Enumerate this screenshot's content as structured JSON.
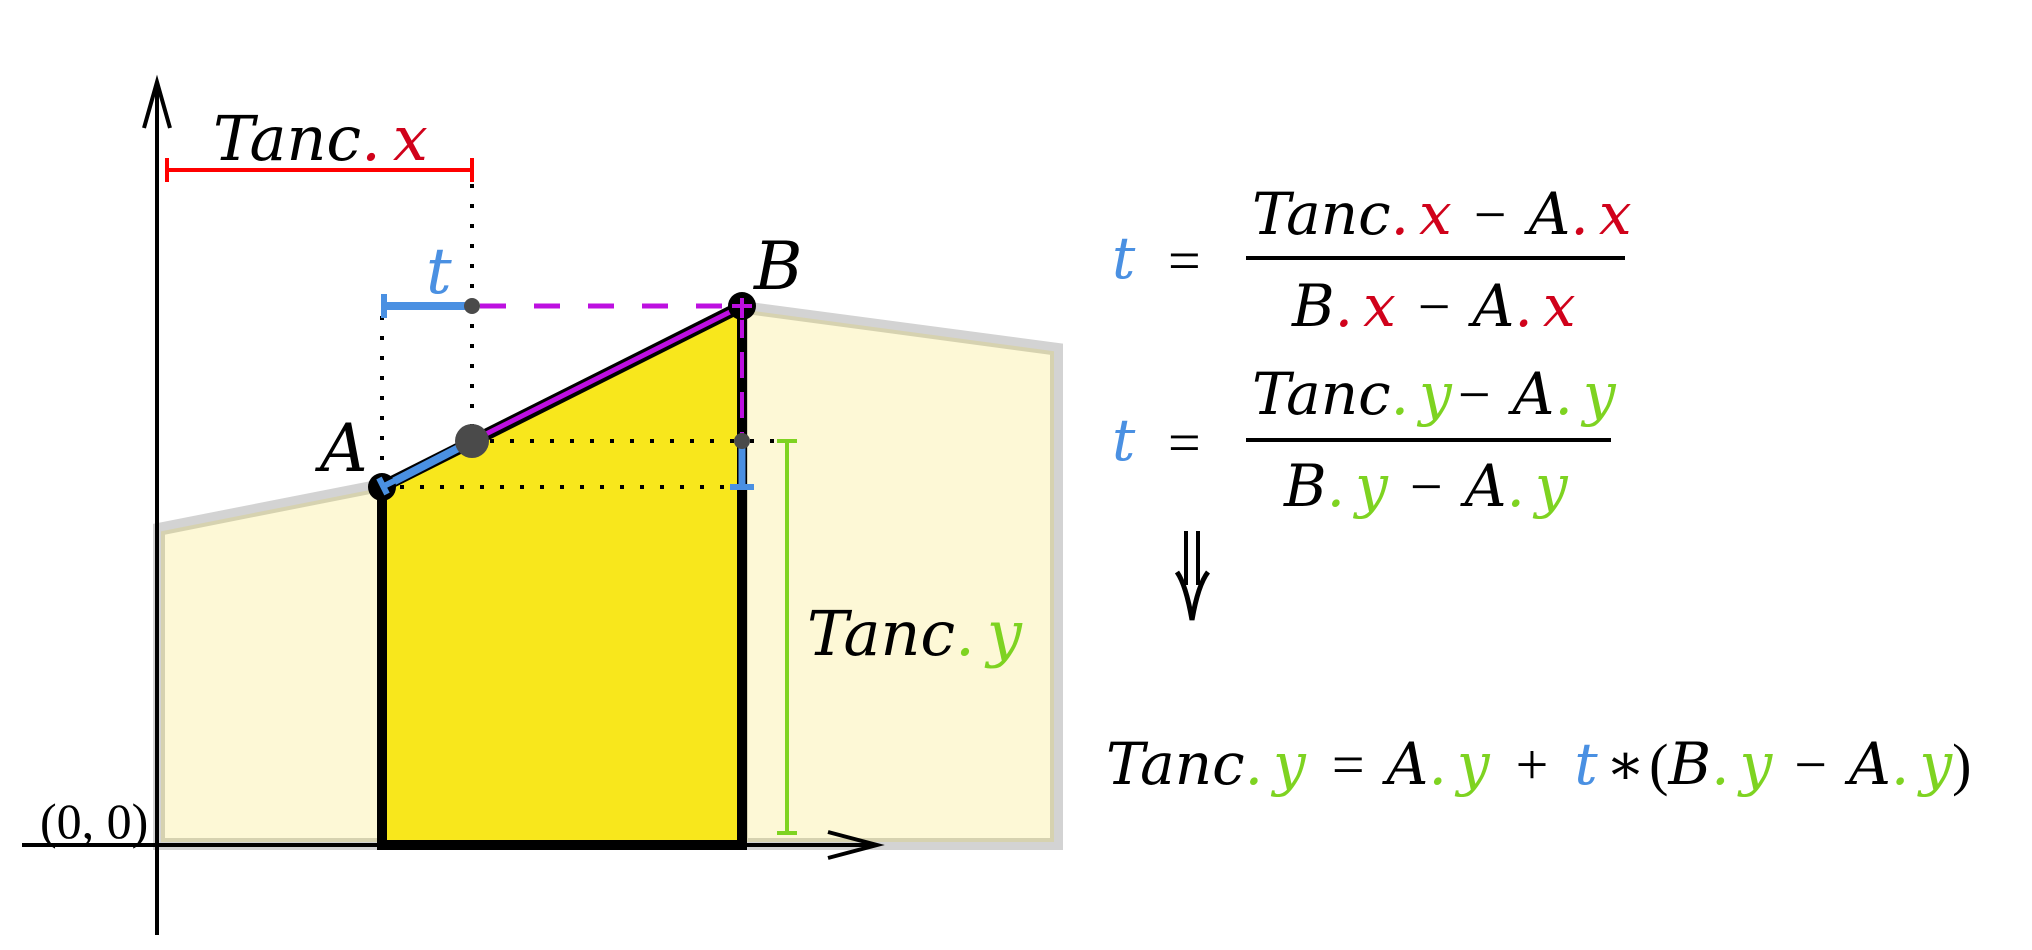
{
  "colors": {
    "x_component": "#D0021B",
    "x_bar": "#FF0000",
    "y_component": "#7ED321",
    "t_param": "#4A90E2",
    "segment": "#BD10E0",
    "fill_selected": "#F8E71C",
    "fill_pale": "#FDF8D6",
    "outline_gray": "#D3D3D3",
    "point_gray": "#4A4A4A"
  },
  "diagram": {
    "origin_label": "(0, 0)",
    "point_a_label": "A",
    "point_b_label": "B",
    "tanc_x_label": {
      "base": "Tanc",
      "dot": ".",
      "comp": "x"
    },
    "tanc_y_label": {
      "base": "Tanc",
      "dot": ".",
      "comp": "y"
    },
    "t_label": "t"
  },
  "equations": {
    "eq1": {
      "lhs": "t",
      "equals": "=",
      "numerator": {
        "a_base": "Tanc",
        "a_dot": ".",
        "a_comp": "x",
        "minus": "−",
        "b_base": "A",
        "b_dot": ".",
        "b_comp": "x"
      },
      "denominator": {
        "a_base": "B",
        "a_dot": ".",
        "a_comp": "x",
        "minus": "−",
        "b_base": "A",
        "b_dot": ".",
        "b_comp": "x"
      }
    },
    "eq2": {
      "lhs": "t",
      "equals": "=",
      "numerator": {
        "a_base": "Tanc",
        "a_dot": ".",
        "a_comp": "y",
        "minus": "−",
        "b_base": "A",
        "b_dot": ".",
        "b_comp": "y"
      },
      "denominator": {
        "a_base": "B",
        "a_dot": ".",
        "a_comp": "y",
        "minus": "−",
        "b_base": "A",
        "b_dot": ".",
        "b_comp": "y"
      }
    },
    "implies": "⇓",
    "result": {
      "lhs_base": "Tanc",
      "lhs_dot": ".",
      "lhs_comp": "y",
      "equals": "=",
      "t1_base": "A",
      "t1_dot": ".",
      "t1_comp": "y",
      "plus": "+",
      "t": "t",
      "times": "∗",
      "open": "(",
      "t2_base": "B",
      "t2_dot": ".",
      "t2_comp": "y",
      "minus": "−",
      "t3_base": "A",
      "t3_dot": ".",
      "t3_comp": "y",
      "close": ")"
    }
  }
}
